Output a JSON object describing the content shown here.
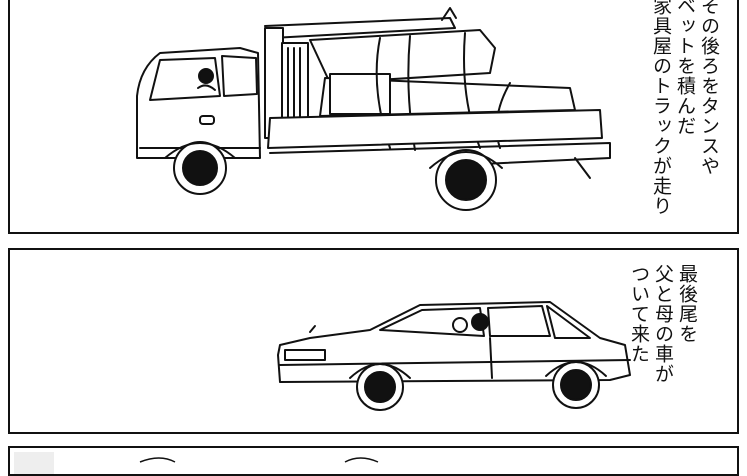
{
  "panel1": {
    "caption_lines": [
      "その後ろをタンスや",
      "ベットを積んだ",
      "家具屋のトラックが走り"
    ]
  },
  "panel2": {
    "caption_lines": [
      "最後尾を",
      "父と母の車が",
      "ついて来た"
    ]
  }
}
